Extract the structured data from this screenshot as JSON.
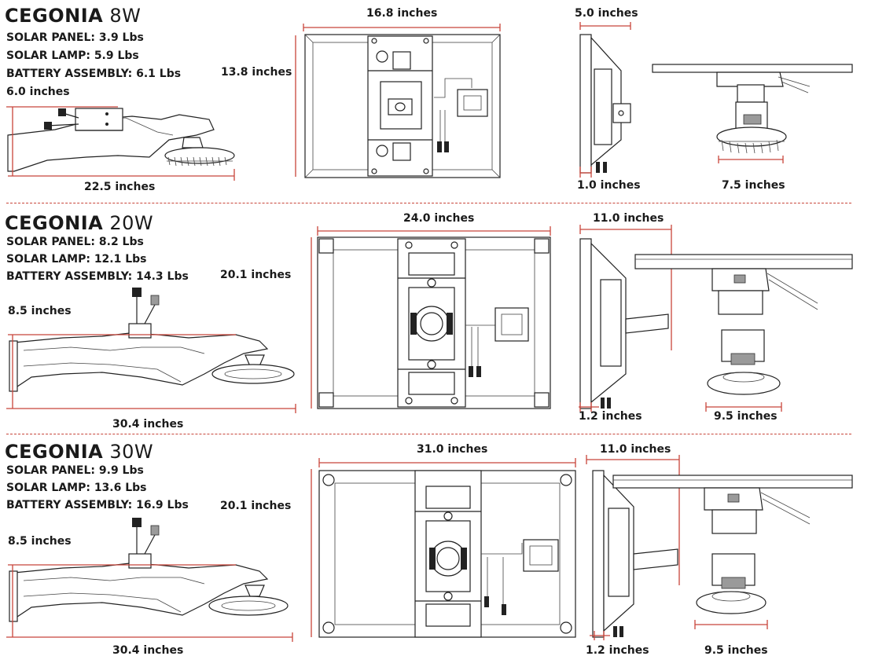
{
  "models": [
    {
      "brand": "CEGONIA",
      "wattage": "8W",
      "specs": [
        "SOLAR PANEL: 3.9 Lbs",
        "SOLAR LAMP: 5.9 Lbs",
        "BATTERY ASSEMBLY: 6.1 Lbs"
      ],
      "lamp_height": "6.0 inches",
      "lamp_length": "22.5 inches",
      "panel_height": "13.8 inches",
      "panel_width": "16.8 inches",
      "side_depth": "5.0 inches",
      "side_thickness": "1.0 inches",
      "head_width": "7.5 inches"
    },
    {
      "brand": "CEGONIA",
      "wattage": "20W",
      "specs": [
        "SOLAR PANEL: 8.2 Lbs",
        "SOLAR LAMP: 12.1 Lbs",
        "BATTERY ASSEMBLY: 14.3 Lbs"
      ],
      "lamp_height": "8.5 inches",
      "lamp_length": "30.4 inches",
      "panel_height": "20.1 inches",
      "panel_width": "24.0 inches",
      "side_depth": "11.0 inches",
      "side_thickness": "1.2 inches",
      "head_width": "9.5 inches"
    },
    {
      "brand": "CEGONIA",
      "wattage": "30W",
      "specs": [
        "SOLAR PANEL: 9.9 Lbs",
        "SOLAR LAMP: 13.6 Lbs",
        "BATTERY ASSEMBLY: 16.9 Lbs"
      ],
      "lamp_height": "8.5 inches",
      "lamp_length": "30.4 inches",
      "panel_height": "20.1 inches",
      "panel_width": "31.0 inches",
      "side_depth": "11.0 inches",
      "side_thickness": "1.2 inches",
      "head_width": "9.5 inches"
    }
  ],
  "colors": {
    "dimension_line": "#c8453a",
    "drawing": "#222222",
    "text": "#1a1a1a"
  }
}
